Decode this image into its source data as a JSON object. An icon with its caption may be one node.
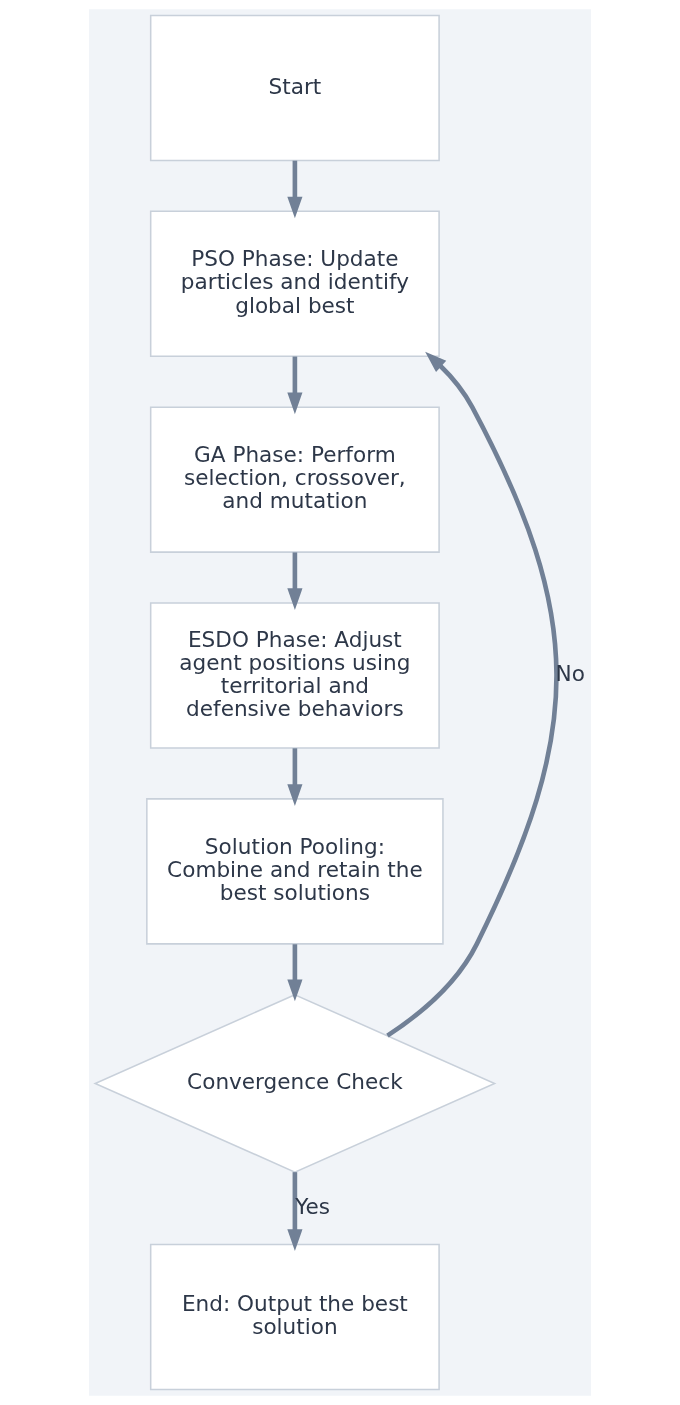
{
  "diagram": {
    "nodes": [
      {
        "text": [
          "Start"
        ]
      },
      {
        "text": [
          "PSO Phase: Update particles and identify global best"
        ]
      },
      {
        "text": [
          "GA Phase: Perform selection, crossover, and mutation"
        ]
      },
      {
        "text": [
          "ESDO Phase: Adjust agent positions using territorial and defensive behaviors"
        ]
      },
      {
        "text": [
          "Solution Pooling: Combine and retain the best solutions"
        ]
      },
      {
        "text": [
          "Convergence Check"
        ]
      },
      {
        "text": [
          "End: Output the best solution"
        ]
      }
    ],
    "edges": [
      {
        "from": 0,
        "to": 1,
        "arrow": "to"
      },
      {
        "from": 1,
        "to": 2,
        "arrow": "to"
      },
      {
        "from": 2,
        "to": 3,
        "arrow": "to"
      },
      {
        "from": 3,
        "to": 4,
        "arrow": "to"
      },
      {
        "from": 4,
        "to": 5,
        "arrow": "to"
      },
      {
        "from": 5,
        "to": 1,
        "arrow": "to",
        "label": "No"
      },
      {
        "from": 5,
        "to": 6,
        "arrow": "to",
        "label": "Yes"
      }
    ]
  }
}
